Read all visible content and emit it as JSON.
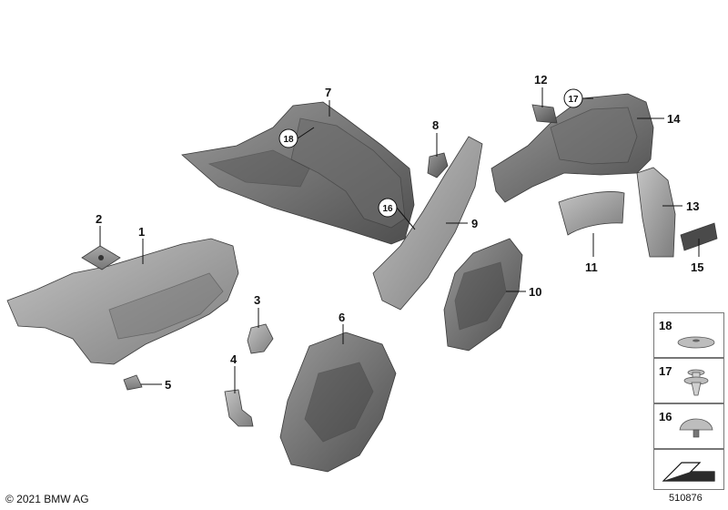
{
  "callouts": {
    "c1": "1",
    "c2": "2",
    "c3": "3",
    "c4": "4",
    "c5": "5",
    "c6": "6",
    "c7": "7",
    "c8": "8",
    "c9": "9",
    "c10": "10",
    "c11": "11",
    "c12": "12",
    "c13": "13",
    "c14": "14",
    "c15": "15"
  },
  "circled_refs": {
    "r17": "17",
    "r18": "18",
    "r16": "16"
  },
  "fastener_panel": {
    "item18": "18",
    "item17": "17",
    "item16": "16"
  },
  "footer": {
    "copyright": "© 2021 BMW AG",
    "diagram_id": "510876"
  },
  "colors": {
    "part_dark": "#5a5a5a",
    "part_mid": "#8c8c8c",
    "part_light": "#b5b5b5",
    "line": "#111111"
  }
}
